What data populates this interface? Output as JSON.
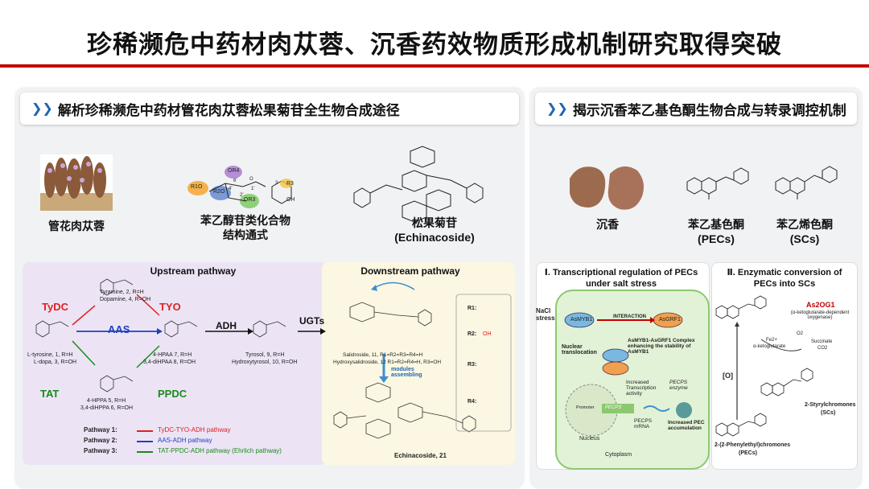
{
  "main_title": "珍稀濒危中药材肉苁蓉、沉香药效物质形成机制研究取得突破",
  "left": {
    "header": "解析珍稀濒危中药材管花肉苁蓉松果菊苷全生物合成途径",
    "caption1": "管花肉苁蓉",
    "caption2_line1": "苯乙醇苷类化合物",
    "caption2_line2": "结构通式",
    "caption3_line1": "松果菊苷",
    "caption3_line2": "(Echinacoside)",
    "struct_labels": [
      "OR4",
      "R1O",
      "R2O",
      "OR3",
      "R3",
      "OH",
      "3",
      "6'",
      "4'",
      "2'",
      "1'",
      "O"
    ],
    "upstream": {
      "title": "Upstream pathway",
      "tyramine": "Tyramine, 2, R=H",
      "dopamine": "Dopamine, 4, R=OH",
      "tydc": "TyDC",
      "tyo": "TYO",
      "aas": "AAS",
      "adh": "ADH",
      "tat": "TAT",
      "ppdc": "PPDC",
      "ugts": "UGTs",
      "tyrosine": "L-tyrosine, 1, R=H",
      "dopa": "L-dopa, 3, R=OH",
      "hpaa1": "4-HPAA   7, R=H",
      "hpaa2": "3,4-diHPAA   8, R=OH",
      "tyrosol1": "Tyrosol,  9,   R=H",
      "tyrosol2": "Hydroxytyrosol, 10, R=OH",
      "hppa1": "4-HPPA     5, R=H",
      "hppa2": "3,4-diHPPA   6, R=OH",
      "pathways": [
        {
          "label": "Pathway 1:",
          "name": "TyDC-TYO-ADH pathway",
          "color": "#e02020"
        },
        {
          "label": "Pathway 2:",
          "name": "AAS-ADH pathway",
          "color": "#2040c0"
        },
        {
          "label": "Pathway 3:",
          "name": "TAT-PPDC-ADH  pathway (Ehrlich pathway)",
          "color": "#1a8a1a"
        }
      ]
    },
    "downstream": {
      "title": "Downstream pathway",
      "salidroside": "Salidroside, 11, R1=R2=R3=R4=H",
      "hydroxysal": "Hydroxysalidroside, 12  R1=R2=R4=H, R3=OH",
      "modules": "modules assembling",
      "echinacoside": "Echinacoside, 21",
      "r_labels": [
        "R1:",
        "R2:",
        "R3:",
        "R4:"
      ],
      "r2_value": "OH"
    }
  },
  "right": {
    "header": "揭示沉香苯乙基色酮生物合成与转录调控机制",
    "cap_agar": "沉香",
    "cap_pec_line1": "苯乙基色酮",
    "cap_pec_line2": "(PECs)",
    "cap_sc_line1": "苯乙烯色酮",
    "cap_sc_line2": "(SCs)",
    "sub1_title": "Ⅰ. Transcriptional regulation of PECs under salt stress",
    "sub2_title": "Ⅱ. Enzymatic conversion of PECs into SCs",
    "nacl": "NaCl stress",
    "asmyb1": "AsMYB1",
    "asgrf1": "AsGRF1",
    "interaction": "INTERACTION",
    "nuclear": "Nuclear translocation",
    "complex": "AsMYB1-AsGRF1 Complex enhancing the stability of AsMYB1",
    "increased_tx": "Increased Transcription activity",
    "pecps_enzyme": "PECPS enzyme",
    "pecps_mrna": "PECPS mRNA",
    "increased_pec": "Increased PEC accumulation",
    "nucleus": "Nucleus",
    "cytoplasm": "Cytoplasm",
    "pecps_gene": "PECPS",
    "promoter": "Promoter",
    "as2og1": "As2OG1",
    "as2og1_desc": "(α-ketoglutarate-dependent oxygenase)",
    "o2": "O2",
    "fe": "Fe2+",
    "akg": "α-ketoglutarate",
    "succinate": "Succinate",
    "co2": "CO2",
    "oxid": "[O]",
    "sc_name": "2-Styrylchromones",
    "sc_abbr": "(SCs)",
    "pec_name": "2-(2-Phenylethyl)chromones",
    "pec_abbr": "(PECs)"
  },
  "colors": {
    "accent_red": "#c00000",
    "chevron_blue": "#1e64b4"
  }
}
